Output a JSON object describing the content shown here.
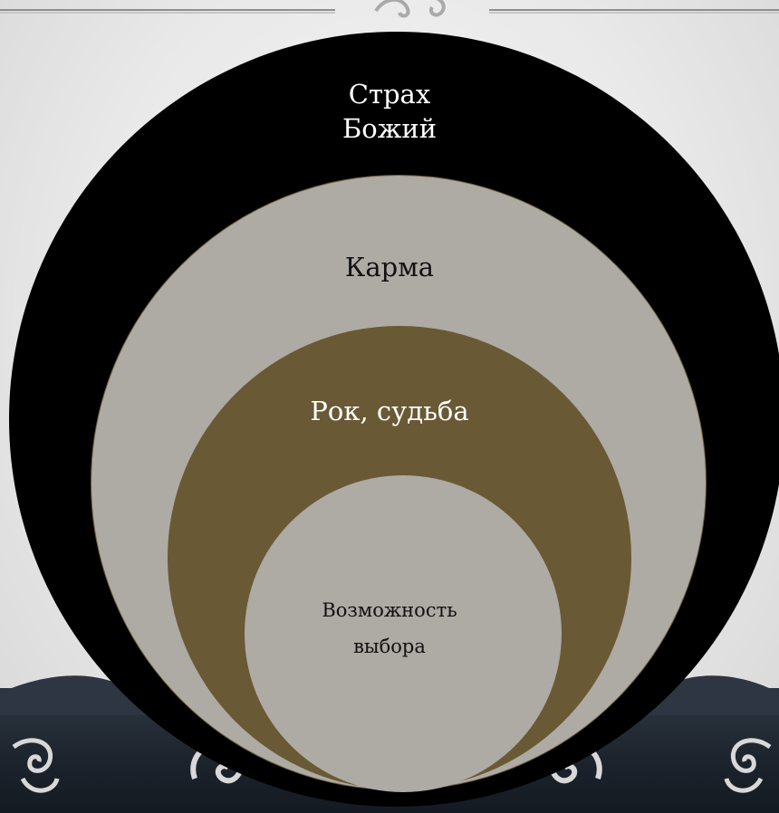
{
  "diagram": {
    "type": "nested-circles",
    "levels": [
      {
        "lines": [
          "Страх",
          "Божий"
        ],
        "fill": "#000000",
        "text_color": "#ffffff"
      },
      {
        "lines": [
          "Карма"
        ],
        "fill": "#aeaaa4",
        "text_color": "#111111"
      },
      {
        "lines": [
          "Рок, судьба"
        ],
        "fill": "#695935",
        "text_color": "#ffffff"
      },
      {
        "lines": [
          "Возможность",
          "выбора"
        ],
        "fill": "#aeaaa4",
        "text_color": "#111111"
      }
    ]
  },
  "theme": {
    "background": "#ececec",
    "band": "#1f2630"
  }
}
